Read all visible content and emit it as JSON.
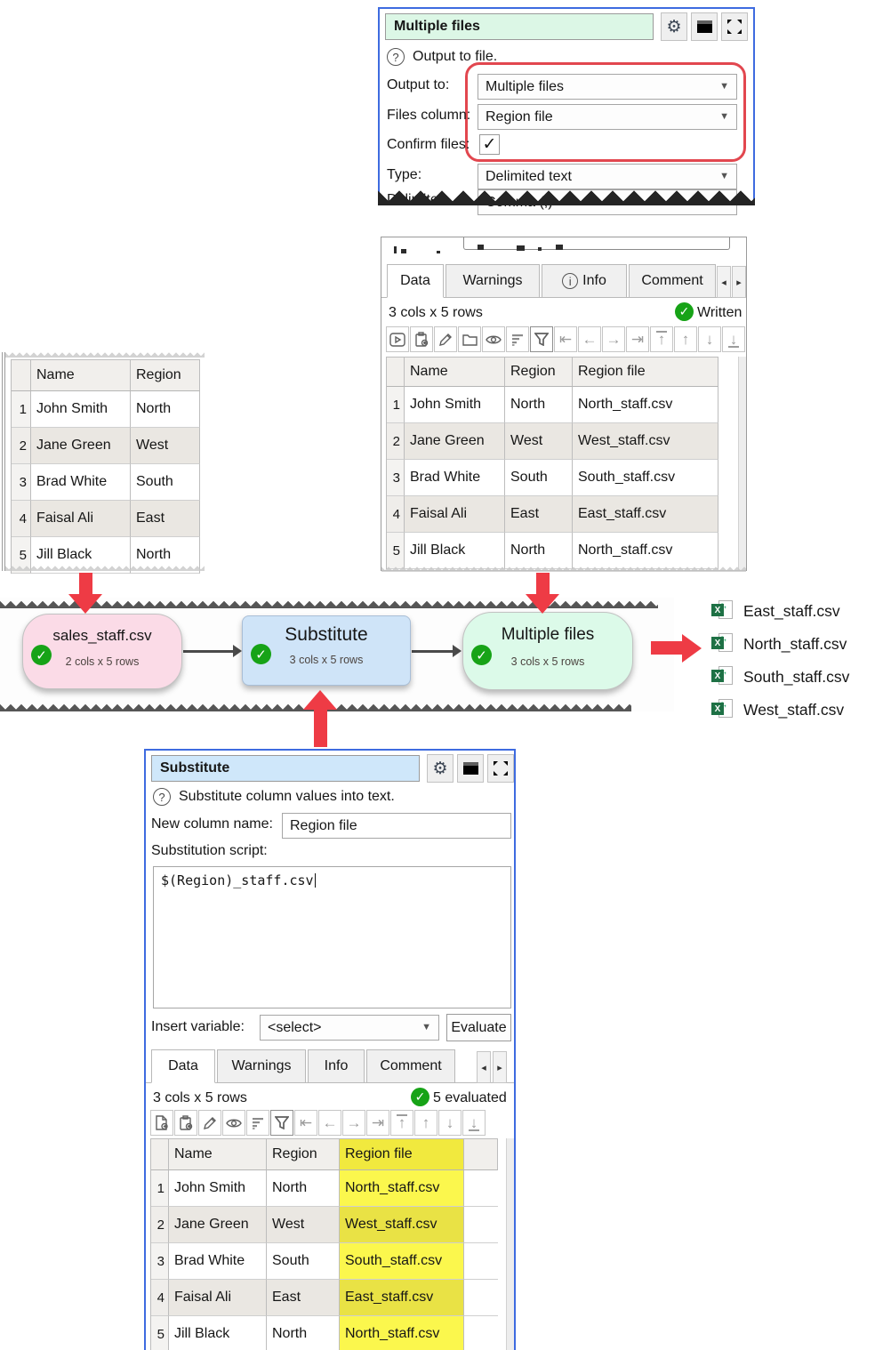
{
  "colors": {
    "panel_border": "#3e6be0",
    "highlight_red": "#e2474f",
    "arrow_red": "#ee3b45",
    "node_pink": "#fbdbe7",
    "node_blue": "#cfe4f8",
    "node_green": "#dcfae9",
    "title_green": "#dcf7e6",
    "title_blue": "#cfe7fa",
    "highlight_yellow": "#fbf74d",
    "status_green": "#17a317",
    "excel_green": "#1e7145"
  },
  "glyphs": {
    "dropdown_caret": "▼",
    "check": "✓",
    "help": "?",
    "info": "i",
    "gear": "⚙",
    "tab_prev": "◂",
    "tab_next": "▸",
    "col_first": "⇤",
    "col_prev": "←",
    "col_next": "→",
    "col_last": "⇥",
    "row_first": "↑",
    "row_prev": "↑",
    "row_next": "↓",
    "row_last": "↓",
    "excel_x": "X",
    "excel_a": "a,"
  },
  "output_panel": {
    "title": "Multiple files",
    "help_text": "Output to file.",
    "output_to_label": "Output to:",
    "output_to_value": "Multiple files",
    "files_column_label": "Files column:",
    "files_column_value": "Region file",
    "confirm_files_label": "Confirm files:",
    "type_label": "Type:",
    "type_value": "Delimited text",
    "delimiter_label": "Delimiter:",
    "delimiter_value": "Comma (,)"
  },
  "written_panel": {
    "tabs": [
      "Data",
      "Warnings",
      "Info",
      "Comment"
    ],
    "size_text": "3 cols x 5 rows",
    "status_text": "Written",
    "headers": [
      "Name",
      "Region",
      "Region file"
    ],
    "rows": [
      [
        "1",
        "John Smith",
        "North",
        "North_staff.csv"
      ],
      [
        "2",
        "Jane Green",
        "West",
        "West_staff.csv"
      ],
      [
        "3",
        "Brad White",
        "South",
        "South_staff.csv"
      ],
      [
        "4",
        "Faisal Ali",
        "East",
        "East_staff.csv"
      ],
      [
        "5",
        "Jill Black",
        "North",
        "North_staff.csv"
      ]
    ]
  },
  "input_table": {
    "headers": [
      "Name",
      "Region"
    ],
    "rows": [
      [
        "1",
        "John Smith",
        "North"
      ],
      [
        "2",
        "Jane Green",
        "West"
      ],
      [
        "3",
        "Brad White",
        "South"
      ],
      [
        "4",
        "Faisal Ali",
        "East"
      ],
      [
        "5",
        "Jill Black",
        "North"
      ]
    ]
  },
  "flow": {
    "nodes": [
      {
        "title": "sales_staff.csv",
        "subtitle": "2 cols x 5 rows"
      },
      {
        "title": "Substitute",
        "subtitle": "3 cols x 5 rows"
      },
      {
        "title": "Multiple files",
        "subtitle": "3 cols x 5 rows"
      }
    ],
    "files": [
      "East_staff.csv",
      "North_staff.csv",
      "South_staff.csv",
      "West_staff.csv"
    ]
  },
  "substitute_panel": {
    "title": "Substitute",
    "help_text": "Substitute column values into text.",
    "new_column_label": "New column name:",
    "new_column_value": "Region file",
    "script_label": "Substitution script:",
    "script_value": "$(Region)_staff.csv",
    "insert_variable_label": "Insert variable:",
    "insert_variable_value": "<select>",
    "evaluate_label": "Evaluate",
    "tabs": [
      "Data",
      "Warnings",
      "Info",
      "Comment"
    ],
    "size_text": "3 cols x 5 rows",
    "status_text": "5 evaluated",
    "headers": [
      "Name",
      "Region",
      "Region file"
    ],
    "rows": [
      [
        "1",
        "John Smith",
        "North",
        "North_staff.csv"
      ],
      [
        "2",
        "Jane Green",
        "West",
        "West_staff.csv"
      ],
      [
        "3",
        "Brad White",
        "South",
        "South_staff.csv"
      ],
      [
        "4",
        "Faisal Ali",
        "East",
        "East_staff.csv"
      ],
      [
        "5",
        "Jill Black",
        "North",
        "North_staff.csv"
      ]
    ]
  }
}
